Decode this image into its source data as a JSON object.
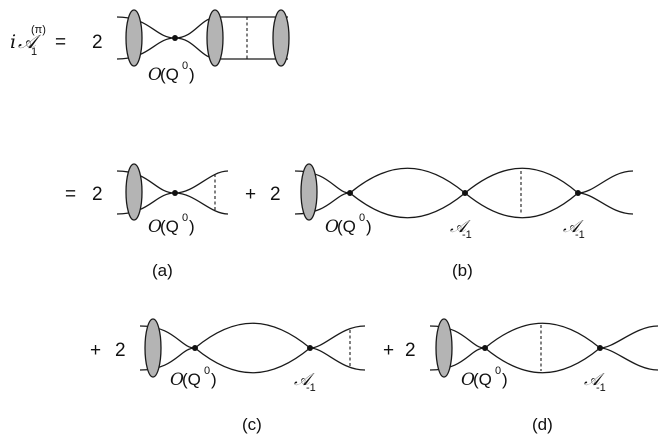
{
  "equation": {
    "lhs": {
      "prefix": "i",
      "symbol": "𝒜",
      "subscript": "1",
      "superscript": "(π)"
    },
    "equals": "=",
    "plus": "+",
    "coefficient": "2"
  },
  "labels": {
    "vertex_op": "O",
    "vertex_arg_open": "(Q",
    "vertex_arg_sup": "0",
    "vertex_arg_close": ")",
    "amp_symbol": "𝒜",
    "amp_sub": "-1"
  },
  "captions": {
    "a": "(a)",
    "b": "(b)",
    "c": "(c)",
    "d": "(d)"
  }
}
